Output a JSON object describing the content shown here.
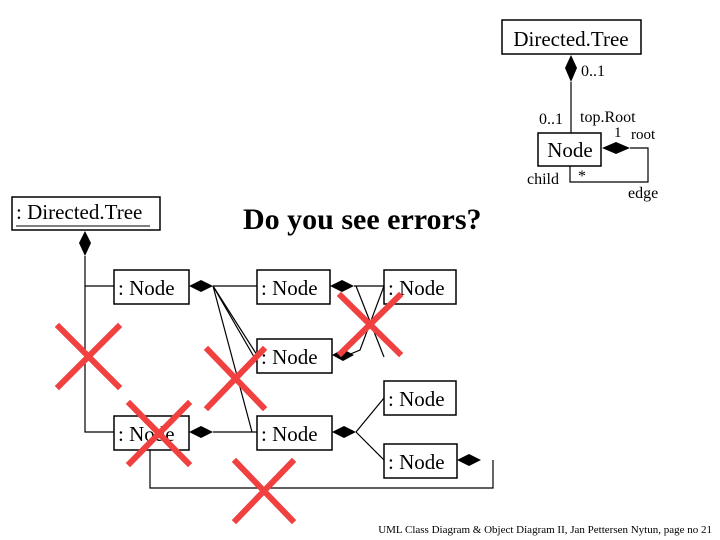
{
  "class_diagram": {
    "tree_class": "Directed.Tree",
    "node_class": "Node",
    "composition_multiplicity": "0..1",
    "toproot_multiplicity": "0..1",
    "toproot_role": "top.Root",
    "root_multiplicity": "1",
    "root_role": "root",
    "child_role": "child",
    "child_multiplicity": "*",
    "edge_label": "edge"
  },
  "object_diagram": {
    "tree_object": ": Directed.Tree",
    "node_label": ": Node"
  },
  "question": "Do you see errors?",
  "footer": "UML Class Diagram & Object Diagram II, Jan Pettersen Nytun, page no 21",
  "colors": {
    "question": "#1a1a7a",
    "error_mark": "#f04040",
    "line": "#000000"
  }
}
